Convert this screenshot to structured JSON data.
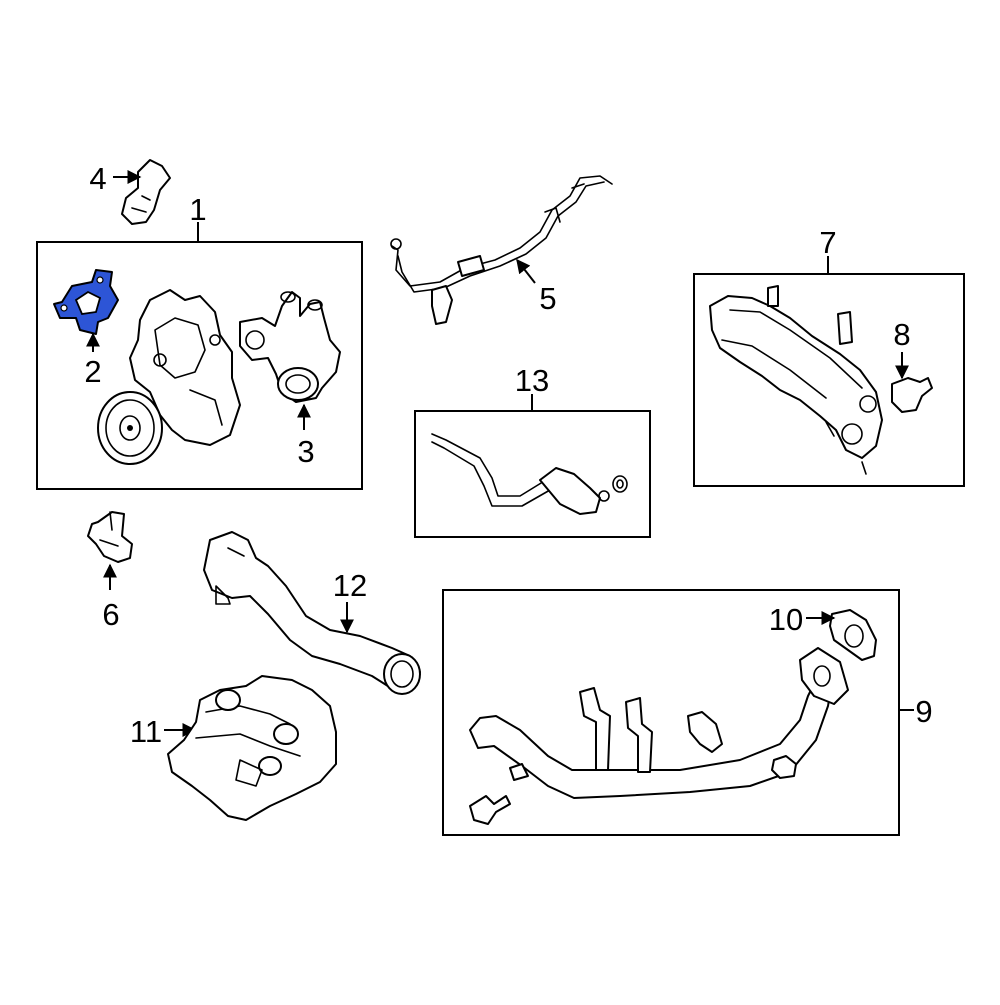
{
  "diagram": {
    "callouts": [
      {
        "id": "1",
        "label": "1"
      },
      {
        "id": "2",
        "label": "2"
      },
      {
        "id": "3",
        "label": "3"
      },
      {
        "id": "4",
        "label": "4"
      },
      {
        "id": "5",
        "label": "5"
      },
      {
        "id": "6",
        "label": "6"
      },
      {
        "id": "7",
        "label": "7"
      },
      {
        "id": "8",
        "label": "8"
      },
      {
        "id": "9",
        "label": "9"
      },
      {
        "id": "10",
        "label": "10"
      },
      {
        "id": "11",
        "label": "11"
      },
      {
        "id": "12",
        "label": "12"
      },
      {
        "id": "13",
        "label": "13"
      }
    ],
    "colors": {
      "highlight": "#2d55d6",
      "line": "#000000",
      "background": "#ffffff"
    },
    "highlighted_part": "2"
  }
}
